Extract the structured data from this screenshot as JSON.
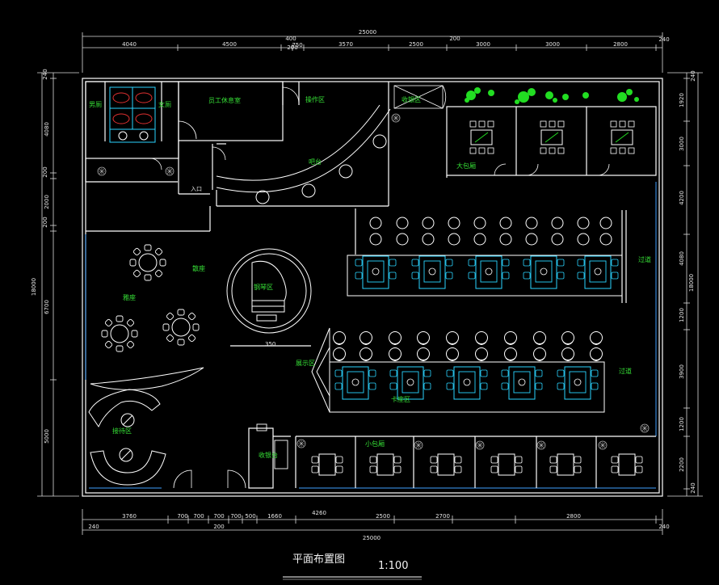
{
  "drawing": {
    "title": "平面布置图",
    "scale": "1:100",
    "colors": {
      "background": "#000000",
      "wall": "#ffffff",
      "dimension": "#e6e6e6",
      "room_label": "#36e036",
      "furniture_cyan": "#2ad4ff",
      "plant": "#22dd22",
      "window": "#40a0ff"
    }
  },
  "dimensions": {
    "top_total": "25000",
    "top_upper": [
      "4040",
      "4500",
      "400",
      "3570",
      "2500",
      "3000",
      "3000",
      "2800"
    ],
    "top_small": [
      "200",
      "750",
      "200",
      "240"
    ],
    "bottom_total": "25000",
    "bottom_lower": [
      "3760",
      "700",
      "700",
      "700",
      "700",
      "500",
      "1660",
      "4260",
      "2500",
      "2700",
      "2800"
    ],
    "bottom_small": [
      "240",
      "200",
      "240"
    ],
    "left_total": "18000",
    "left_segments": [
      "240",
      "4080",
      "200",
      "2000",
      "200",
      "6700",
      "5000"
    ],
    "right_total": "18000",
    "right_segments": [
      "240",
      "1920",
      "3000",
      "4200",
      "4080",
      "1200",
      "3900",
      "1200",
      "2200",
      "240"
    ]
  },
  "rooms": {
    "men_restroom": "男厕",
    "women_restroom": "女厕",
    "staff_rest": "员工休息室",
    "operation": "操作区",
    "cashier": "收银区",
    "bar": "吧台",
    "large_private": "大包厢",
    "piano": "钢琴区",
    "booth": "雅座",
    "display": "展示区",
    "deck": "卡座区",
    "reception": "接待区",
    "lobby": "收银台",
    "small_private": "小包厢",
    "left_seating": "散座",
    "aisle_1": "过道",
    "aisle_2": "过道",
    "small_note_1": "入口",
    "small_note_2": "350"
  }
}
